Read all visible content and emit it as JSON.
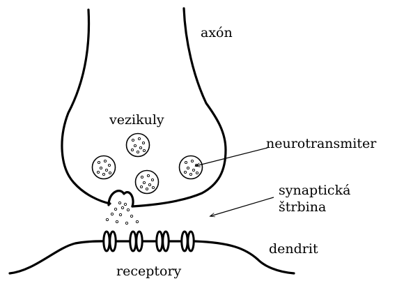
{
  "labels": {
    "axon": "axón",
    "vesicles": "vezikuly",
    "neurotransmitter": "neurotransmiter",
    "cleft_line1": "synaptická",
    "cleft_line2": "štrbina",
    "dendrite": "dendrit",
    "receptors": "receptory"
  },
  "colors": {
    "stroke": "#000000",
    "fill": "#ffffff"
  }
}
